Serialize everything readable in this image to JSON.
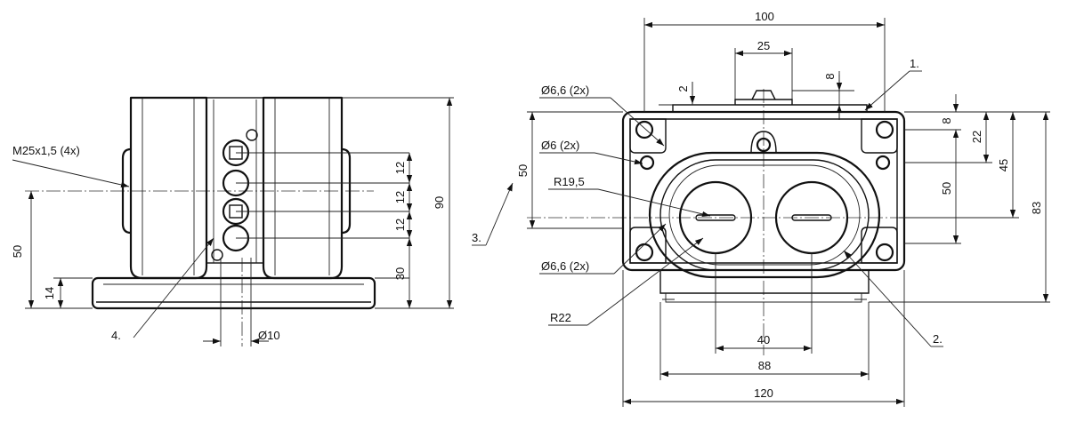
{
  "side_view": {
    "callouts": {
      "thread": "M25x1,5 (4x)",
      "item4": "4.",
      "bore": "Ø10"
    },
    "dims": {
      "height_50": "50",
      "base_14": "14",
      "gap1_12": "12",
      "gap2_12": "12",
      "gap3_12": "12",
      "low_30": "30",
      "total_90": "90"
    }
  },
  "front_view": {
    "callouts": {
      "item1": "1.",
      "item2": "2.",
      "item3": "3.",
      "hole_top": "Ø6,6 (2x)",
      "hole_mid": "Ø6 (2x)",
      "radius_inner": "R19,5",
      "hole_bottom": "Ø6,6 (2x)",
      "radius_outer": "R22"
    },
    "dims": {
      "width_100": "100",
      "width_25": "25",
      "top_2": "2",
      "top_8": "8",
      "right_8": "8",
      "right_22": "22",
      "right_45": "45",
      "right_50": "50",
      "right_83": "83",
      "left_50": "50",
      "bottom_40": "40",
      "bottom_88": "88",
      "bottom_120": "120"
    }
  }
}
